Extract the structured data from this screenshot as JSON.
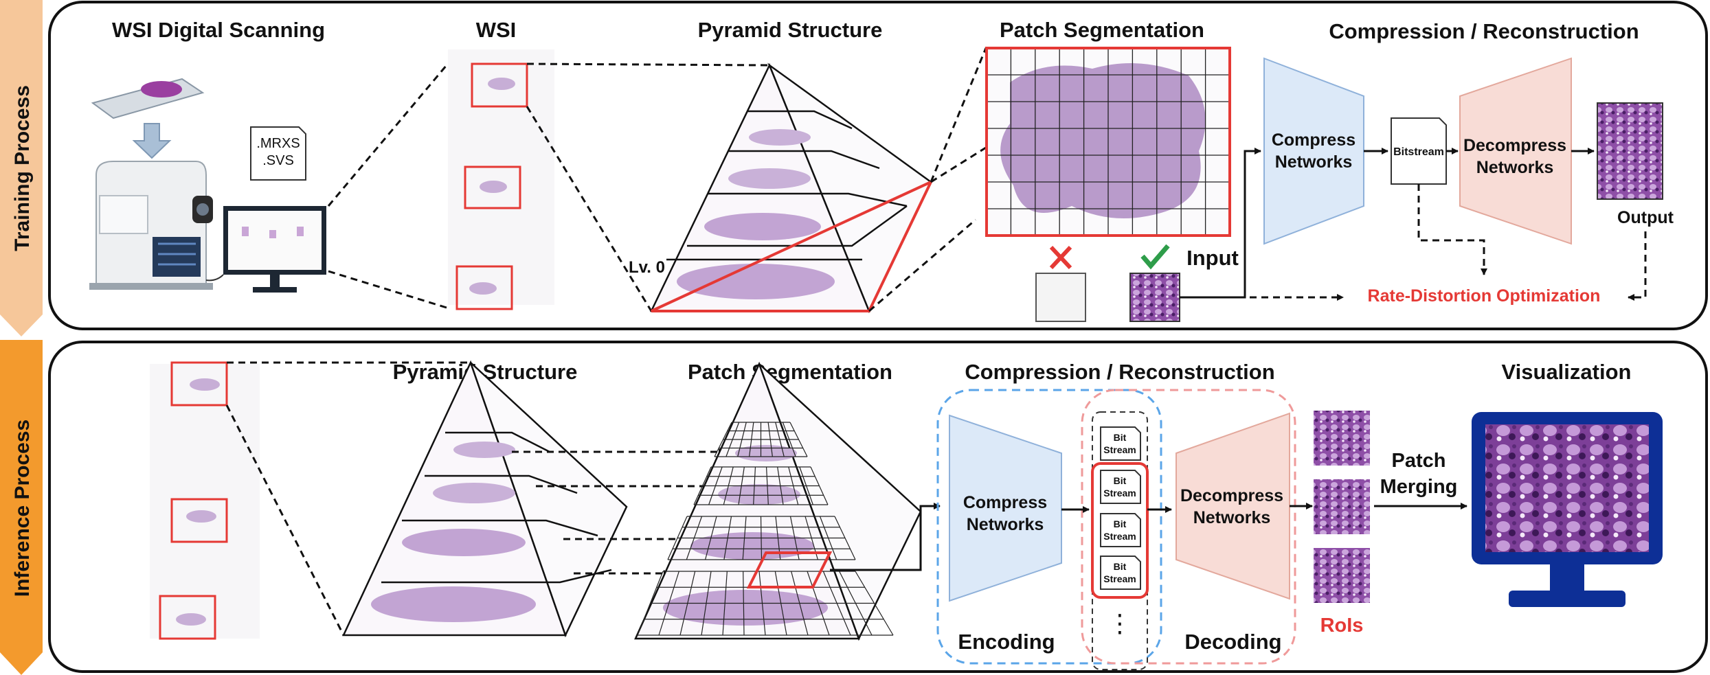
{
  "colors": {
    "accent_red": "#e53935",
    "training_tab": "#f6c79a",
    "inference_tab": "#f39a2d",
    "compress_fill": "#dce9f8",
    "decompress_fill": "#f8dcd6",
    "tissue": "#b79ac7",
    "monitor_blue": "#0d2f96"
  },
  "training": {
    "side_label": "Training Process",
    "wsi_scanning_title": "WSI Digital Scanning",
    "file_ext_1": ".MRXS",
    "file_ext_2": ".SVS",
    "wsi_title": "WSI",
    "pyramid_title": "Pyramid Structure",
    "level_label": "Lv. 0",
    "patch_title": "Patch Segmentation",
    "input_label": "Input",
    "codec_title": "Compression / Reconstruction",
    "compress_line1": "Compress",
    "compress_line2": "Networks",
    "bitstream_label": "Bitstream",
    "decompress_line1": "Decompress",
    "decompress_line2": "Networks",
    "output_label": "Output",
    "rd_label": "Rate-Distortion Optimization"
  },
  "inference": {
    "side_label": "Inference Process",
    "wsi_title": "WSI",
    "pyramid_title": "Pyramid Structure",
    "patch_title": "Patch Segmentation",
    "codec_title": "Compression / Reconstruction",
    "compress_line1": "Compress",
    "compress_line2": "Networks",
    "bit_line1": "Bit",
    "bit_line2": "Stream",
    "ellipsis": "⋮",
    "decompress_line1": "Decompress",
    "decompress_line2": "Networks",
    "encoding_label": "Encoding",
    "decoding_label": "Decoding",
    "rois_label": "RoIs",
    "merge_line1": "Patch",
    "merge_line2": "Merging",
    "visualization_title": "Visualization"
  }
}
